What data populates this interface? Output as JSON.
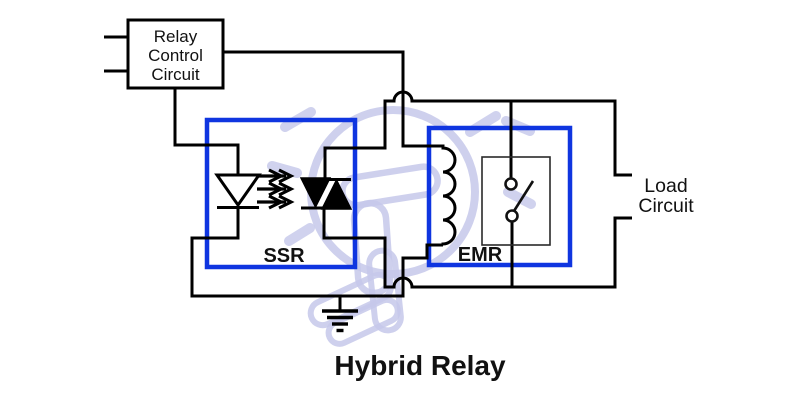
{
  "title": "Hybrid Relay",
  "control_box": {
    "line1": "Relay",
    "line2": "Control",
    "line3": "Circuit"
  },
  "modules": {
    "ssr_label": "SSR",
    "emr_label": "EMR"
  },
  "load": {
    "line1": "Load",
    "line2": "Circuit"
  },
  "colors": {
    "wire": "#000000",
    "module": "#0f35e0",
    "watermark": "#c5c8ea",
    "label": "#111111"
  }
}
